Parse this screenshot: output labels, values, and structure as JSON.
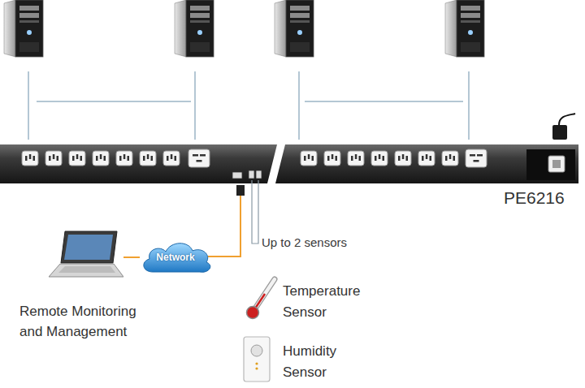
{
  "diagram": {
    "nodes": [
      {
        "text": [
          "Remote Monitoring and Management"
        ]
      },
      {
        "text": [
          "Network"
        ]
      }
    ],
    "edges": [
      {
        "from": 0,
        "to": 1,
        "arrow": "none"
      }
    ],
    "labels": [
      "Up to 2 sensors",
      "Temperature Sensor",
      "Humidity Sensor",
      "PE6216"
    ]
  }
}
